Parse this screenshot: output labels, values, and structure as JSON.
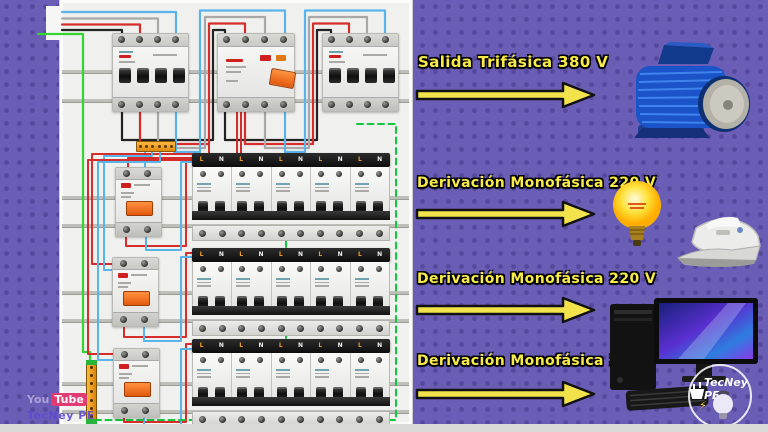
{
  "outputs": [
    {
      "label": "Salida Trifásica 380 V",
      "device": "three-phase-motor"
    },
    {
      "label": "Derivación Monofásica 220 V",
      "device": "light-bulb"
    },
    {
      "label": "Derivación Monofásica 220 V",
      "device": "clothes-iron"
    },
    {
      "label": "Derivación Monofásica 220 V",
      "device": "desktop-computer"
    }
  ],
  "panel": {
    "busbar_labels": [
      "L",
      "N",
      "L",
      "N",
      "L",
      "N",
      "L",
      "N",
      "L",
      "N"
    ],
    "rows": 3,
    "breakers_per_row": 5,
    "top_devices": [
      "main-4p-breaker",
      "4p-rcd-differential",
      "4p-breaker"
    ]
  },
  "icons": [
    "three-phase-motor",
    "light-bulb",
    "clothes-iron",
    "desktop-computer",
    "plug-icon",
    "bulb-icon",
    "lightning-bolt-icon"
  ],
  "watermark": {
    "you": "You",
    "tube": "Tube",
    "channel": "TecNey PE"
  },
  "badge": {
    "title": "TecNey",
    "subtitle": "PE",
    "bolt": "⚡"
  },
  "colors": {
    "background_purple": "#6a5db6",
    "dot_purple": "#57489e",
    "label_yellow": "#f7ea49",
    "arrow_yellow": "#f2e24c",
    "wire_red": "#d62c2c",
    "wire_black": "#222222",
    "wire_blue": "#5ab4ec",
    "wire_gray": "#a8a8a8",
    "wire_green": "#35d435",
    "ground_dashed_green": "#10c840",
    "rcd_lever_orange": "#ee6f1d"
  }
}
